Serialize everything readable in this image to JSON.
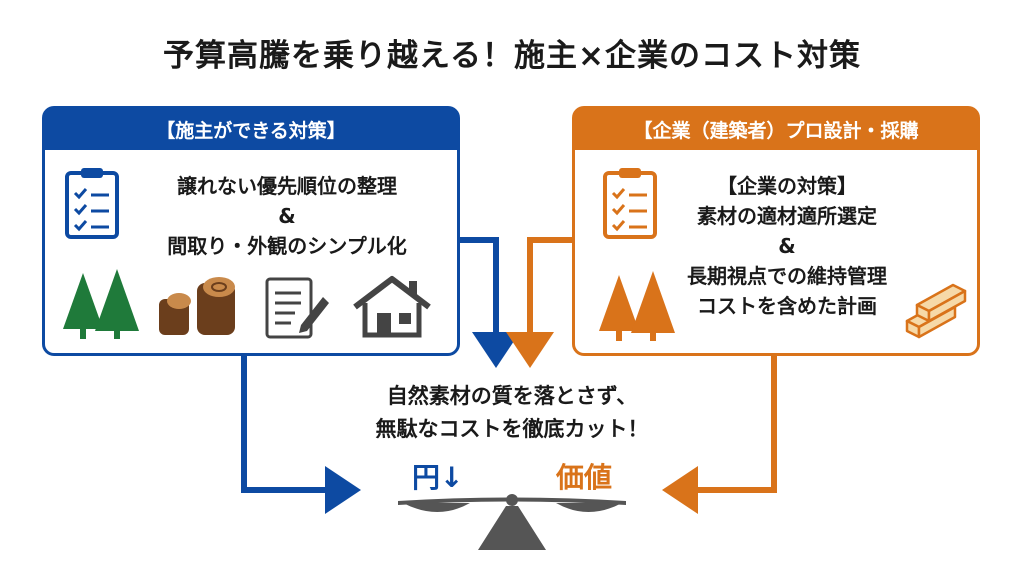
{
  "title": "予算高騰を乗り越える！施主×企業のコスト対策",
  "left_panel": {
    "header": "【施主ができる対策】",
    "line1": "譲れない優先順位の整理",
    "amp": "&",
    "line2": "間取り・外観のシンプル化",
    "icons": [
      "clipboard-checklist-icon",
      "pine-trees-icon",
      "logs-icon",
      "notebook-pen-icon",
      "house-icon"
    ],
    "color": "#0d4aa2"
  },
  "right_panel": {
    "header": "【企業（建築者）プロ設計・採購",
    "subheader": "【企業の対策】",
    "line1": "素材の適材適所選定",
    "amp": "&",
    "line2": "長期視点での維持管理",
    "line3": "コストを含めた計画",
    "icons": [
      "clipboard-checklist-icon",
      "pine-trees-icon",
      "lumber-stack-icon"
    ],
    "color": "#d9731a"
  },
  "center": {
    "line1": "自然素材の質を落とさず、",
    "line2": "無駄なコストを徹底カット！"
  },
  "scale": {
    "left_label": "円↓",
    "right_label": "価値",
    "icon": "balance-scale-icon"
  }
}
